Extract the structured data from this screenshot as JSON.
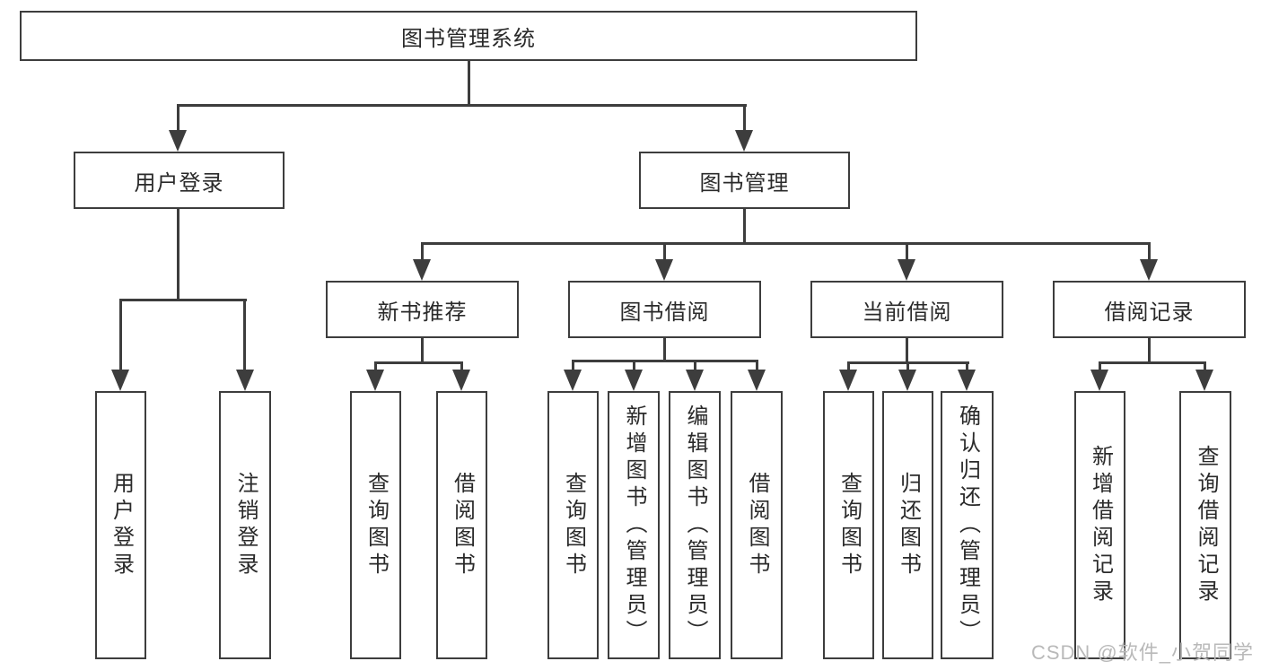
{
  "diagram": {
    "root": {
      "label": "图书管理系统"
    },
    "level2": [
      {
        "label": "用户登录",
        "children": [
          {
            "label": "用户登录"
          },
          {
            "label": "注销登录"
          }
        ]
      },
      {
        "label": "图书管理",
        "children": [
          {
            "label": "新书推荐",
            "children": [
              {
                "label": "查询图书"
              },
              {
                "label": "借阅图书"
              }
            ]
          },
          {
            "label": "图书借阅",
            "children": [
              {
                "label": "查询图书"
              },
              {
                "label": "新增图书（管理员）"
              },
              {
                "label": "编辑图书（管理员）"
              },
              {
                "label": "借阅图书"
              }
            ]
          },
          {
            "label": "当前借阅",
            "children": [
              {
                "label": "查询图书"
              },
              {
                "label": "归还图书"
              },
              {
                "label": "确认归还（管理员）"
              }
            ]
          },
          {
            "label": "借阅记录",
            "children": [
              {
                "label": "新增借阅记录"
              },
              {
                "label": "查询借阅记录"
              }
            ]
          }
        ]
      }
    ]
  },
  "watermark": {
    "text": "CSDN @软件_小贺同学"
  },
  "colors": {
    "line": "#3d3d3d",
    "text": "#2a2a2a",
    "watermark": "#b9b9b9",
    "background": "#ffffff"
  }
}
